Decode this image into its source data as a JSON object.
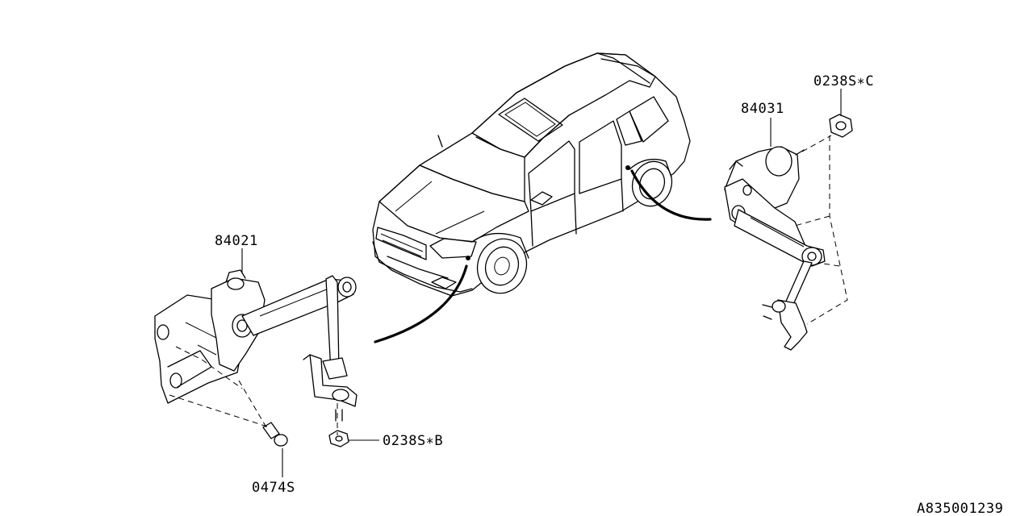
{
  "callouts": {
    "sensor_front": "84021",
    "sensor_rear": "84031",
    "bolt": "0474S",
    "nut_front": "0238S∗B",
    "nut_rear": "0238S∗C"
  },
  "diagram_id": "A835001239"
}
